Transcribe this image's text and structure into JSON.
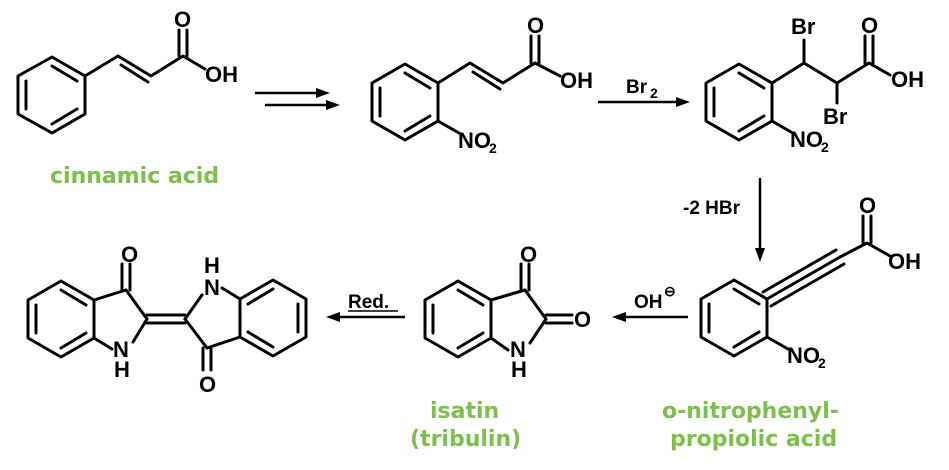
{
  "labels": {
    "oh": "OH",
    "o": "O",
    "no2": "NO",
    "no2_sub": "2",
    "br": "Br",
    "nh": "N",
    "h": "H"
  },
  "conditions": {
    "br2": "Br",
    "br2_sub": "2",
    "hbr": "-2 HBr",
    "oh_base": "OH",
    "oh_charge": "⊖",
    "red": "Red."
  },
  "names": {
    "cinnamic": "cinnamic acid",
    "isatin_1": "isatin",
    "isatin_2": "(tribulin)",
    "onp_1": "o-nitrophenyl-",
    "onp_2": "propiolic acid"
  },
  "colors": {
    "name_color": "#7cc04b"
  }
}
